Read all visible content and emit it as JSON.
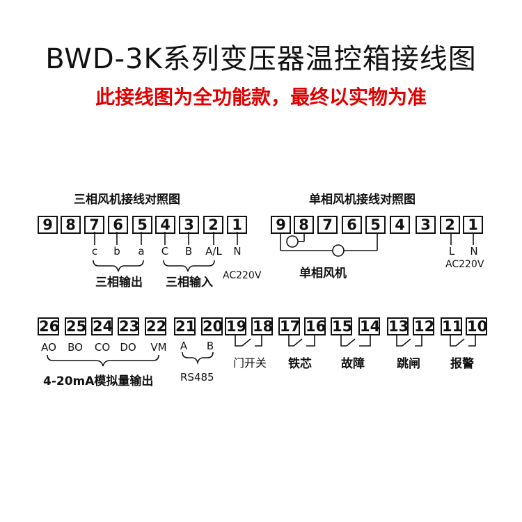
{
  "title": "BWD-3K系列变压器温控箱接线图",
  "subtitle": "此接线图为全功能款，最终以实物为准",
  "three_phase": {
    "header": "三相风机接线对照图",
    "terminals": [
      "9",
      "8",
      "7",
      "6",
      "5",
      "4",
      "3",
      "2",
      "1"
    ],
    "labels": [
      "c",
      "b",
      "a",
      "C",
      "B",
      "A/L",
      "N"
    ],
    "output_label": "三相输出",
    "input_label": "三相输入",
    "power_label": "AC220V"
  },
  "single_phase": {
    "header": "单相风机接线对照图",
    "terminals": [
      "9",
      "8",
      "7",
      "6",
      "5",
      "4",
      "3",
      "2",
      "1"
    ],
    "motor_symbol": "M",
    "labels": [
      "L",
      "N"
    ],
    "fan_label": "单相风机",
    "power_label": "AC220V"
  },
  "bottom": {
    "terminals": [
      "26",
      "25",
      "24",
      "23",
      "22",
      "21",
      "20",
      "19",
      "18",
      "17",
      "16",
      "15",
      "14",
      "13",
      "12",
      "11",
      "10"
    ],
    "analog_labels": [
      "AO",
      "BO",
      "CO",
      "DO",
      "VM"
    ],
    "analog_group": "4-20mA模拟量输出",
    "rs485_labels": [
      "A",
      "B"
    ],
    "rs485_group": "RS485",
    "relay_groups": [
      "门开关",
      "铁芯",
      "故障",
      "跳闸",
      "报警"
    ]
  }
}
